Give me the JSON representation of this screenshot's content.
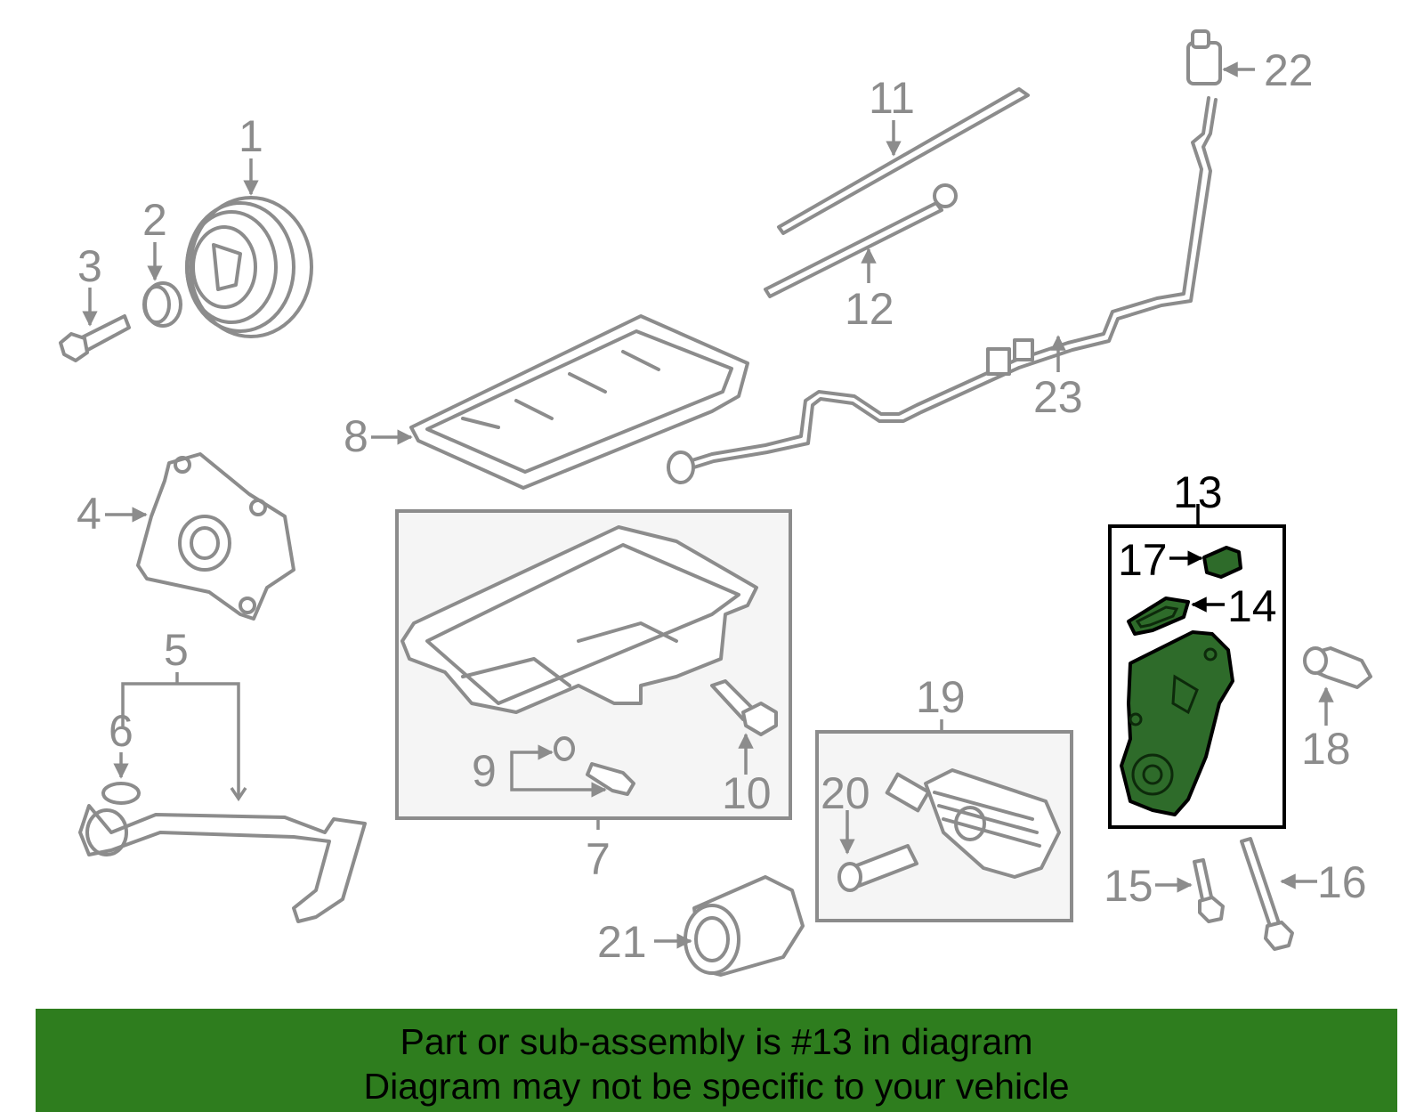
{
  "callouts": {
    "c1": "1",
    "c2": "2",
    "c3": "3",
    "c4": "4",
    "c5": "5",
    "c6": "6",
    "c7": "7",
    "c8": "8",
    "c9": "9",
    "c10": "10",
    "c11": "11",
    "c12": "12",
    "c13": "13",
    "c14": "14",
    "c15": "15",
    "c16": "16",
    "c17": "17",
    "c18": "18",
    "c19": "19",
    "c20": "20",
    "c21": "21",
    "c22": "22",
    "c23": "23"
  },
  "banner": {
    "line1": "Part or sub-assembly is #13 in diagram",
    "line2": "Diagram may not be specific to your vehicle"
  },
  "colors": {
    "banner_bg": "#2e7d1e",
    "highlight_fill": "#2e6b2a",
    "line_gray": "#8c8c8c",
    "highlight_outline": "#000000"
  }
}
